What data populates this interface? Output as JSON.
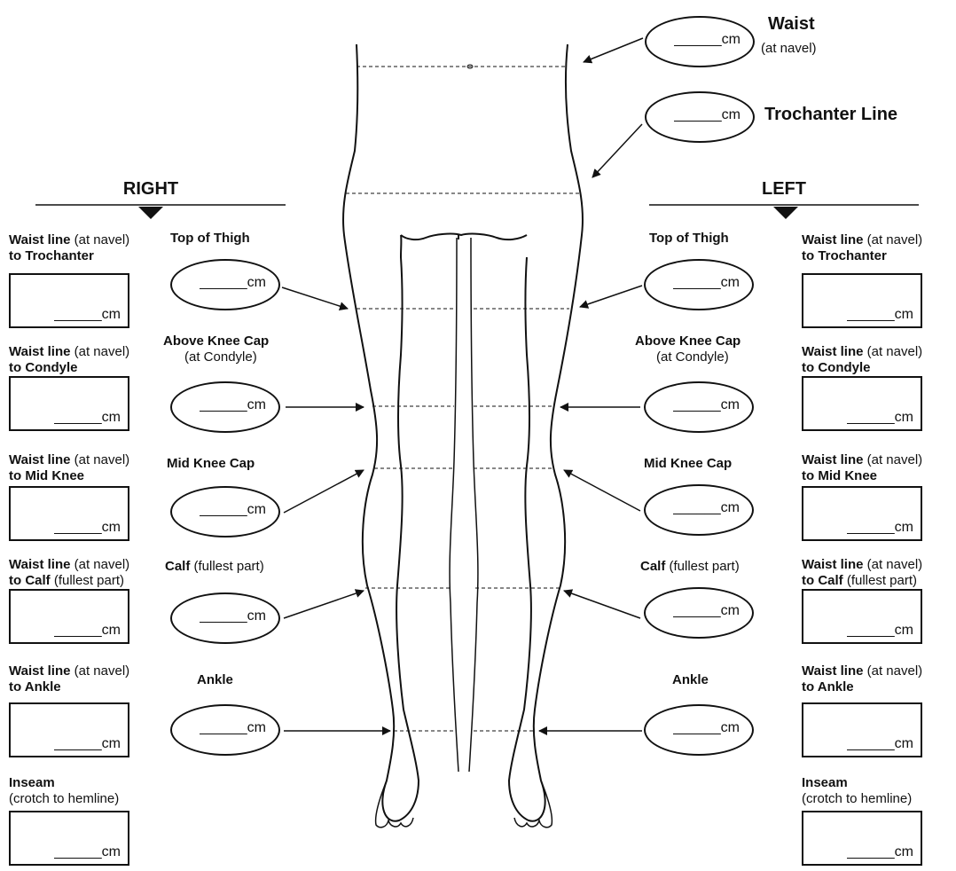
{
  "headings": {
    "right": "RIGHT",
    "left": "LEFT"
  },
  "unit": "______cm",
  "top": {
    "waist": {
      "title": "Waist",
      "sub": "(at navel)"
    },
    "trochanter": {
      "title": "Trochanter Line"
    }
  },
  "oval_labels": {
    "top_thigh": "Top of  Thigh",
    "above_knee": "Above Knee Cap",
    "above_knee_sub": "(at Condyle)",
    "mid_knee": "Mid Knee Cap",
    "calf": "Calf",
    "calf_sub": " (fullest part)",
    "ankle": "Ankle"
  },
  "box_labels": {
    "waist_line": "Waist line",
    "at_navel": " (at navel)",
    "to_trochanter": "to Trochanter",
    "to_condyle": "to Condyle",
    "to_mid_knee": "to Mid Knee",
    "to_calf": "to Calf",
    "fullest": " (fullest part)",
    "to_ankle": "to Ankle",
    "inseam": "Inseam",
    "inseam_sub": "(crotch to hemline)"
  },
  "colors": {
    "ink": "#111111"
  }
}
